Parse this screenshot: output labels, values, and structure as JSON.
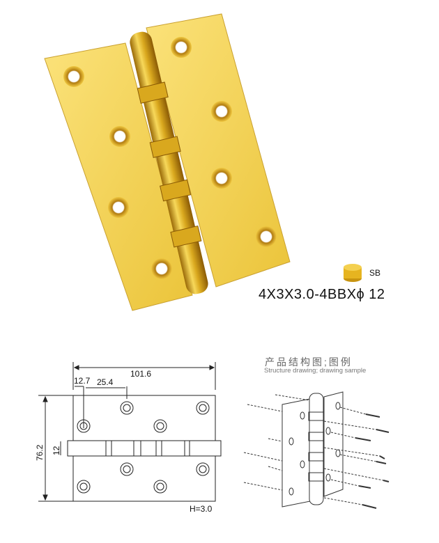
{
  "product": {
    "model": "4X3X3.0-4BBXϕ 12",
    "finish_code": "SB",
    "finish_color": "#E8B820",
    "hinge_color": "#F2D14A"
  },
  "drawing": {
    "width_total": "101.6",
    "edge_offset": "12.7",
    "hole_pitch": "25.4",
    "height_total": "76.2",
    "knuckle_dia": "12",
    "thickness": "H=3.0"
  },
  "sample": {
    "title_cn": "产品结构图;图例",
    "title_en": "Structure drawing; drawing sample"
  }
}
